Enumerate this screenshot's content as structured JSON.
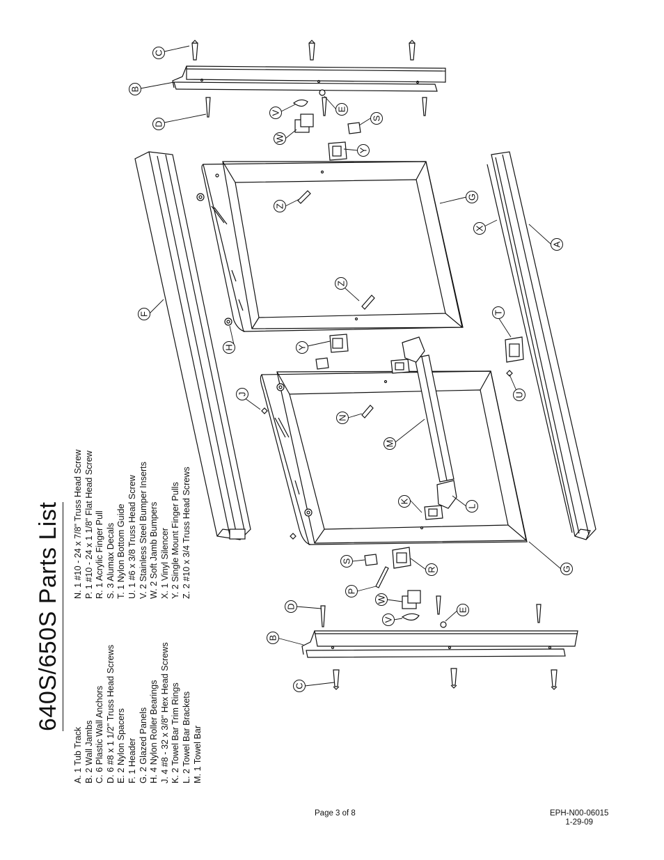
{
  "title": "640S/650S Parts List",
  "parts_col1": [
    "A. 1 Tub Track",
    "B. 2 Wall Jambs",
    "C. 6 Plastic Wall Anchors",
    "D. 6 #8 x 1 1/2\" Truss Head Screws",
    "E. 2 Nylon Spacers",
    "F. 1 Header",
    "G. 2 Glazed Panels",
    "H. 4 Nylon Roller Bearings",
    "J. 4 #8 - 32 x 3/8\" Hex Head Screws",
    "K. 2 Towel Bar Trim Rings",
    "L. 2 Towel Bar Brackets",
    "M. 1 Towel Bar"
  ],
  "parts_col2": [
    "N. 1 #10 - 24 x 7/8\" Truss Head Screw",
    "P. 1 #10 - 24 x 1 1/8\" Flat Head Screw",
    "R. 1 Acrylic Finger Pull",
    "S. 3 Alumax Decals",
    "T. 1 Nylon Bottom Guide",
    "U. 1 #6 x 3/8 Truss Head Screw",
    "V. 2 Stainless Steel Bumper Inserts",
    "W. 2 Soft Jamb Bumpers",
    "X. 1 Vinyl Silencer",
    "Y. 2 Single Mount Finger Pulls",
    "Z. 2 #10 x 3/4 Truss Head Screws"
  ],
  "footer": {
    "page": "Page 3 of 8",
    "doc_id": "EPH-N00-06015",
    "date": "1-29-09"
  },
  "callouts": {
    "c1": "C",
    "b1": "B",
    "d1": "D",
    "v1": "V",
    "e1": "E",
    "w1": "W",
    "s1": "S",
    "y1": "Y",
    "z1": "Z",
    "g1": "G",
    "x1": "X",
    "a1": "A",
    "z2": "Z",
    "f1": "F",
    "t1": "T",
    "h1": "H",
    "y2": "Y",
    "u1": "U",
    "j1": "J",
    "n1": "N",
    "m1": "M",
    "k1": "K",
    "l1": "L",
    "s2": "S",
    "r1": "R",
    "p1": "P",
    "g2": "G",
    "d2": "D",
    "w2": "W",
    "e2": "E",
    "v2": "V",
    "b2": "B",
    "c2": "C"
  }
}
